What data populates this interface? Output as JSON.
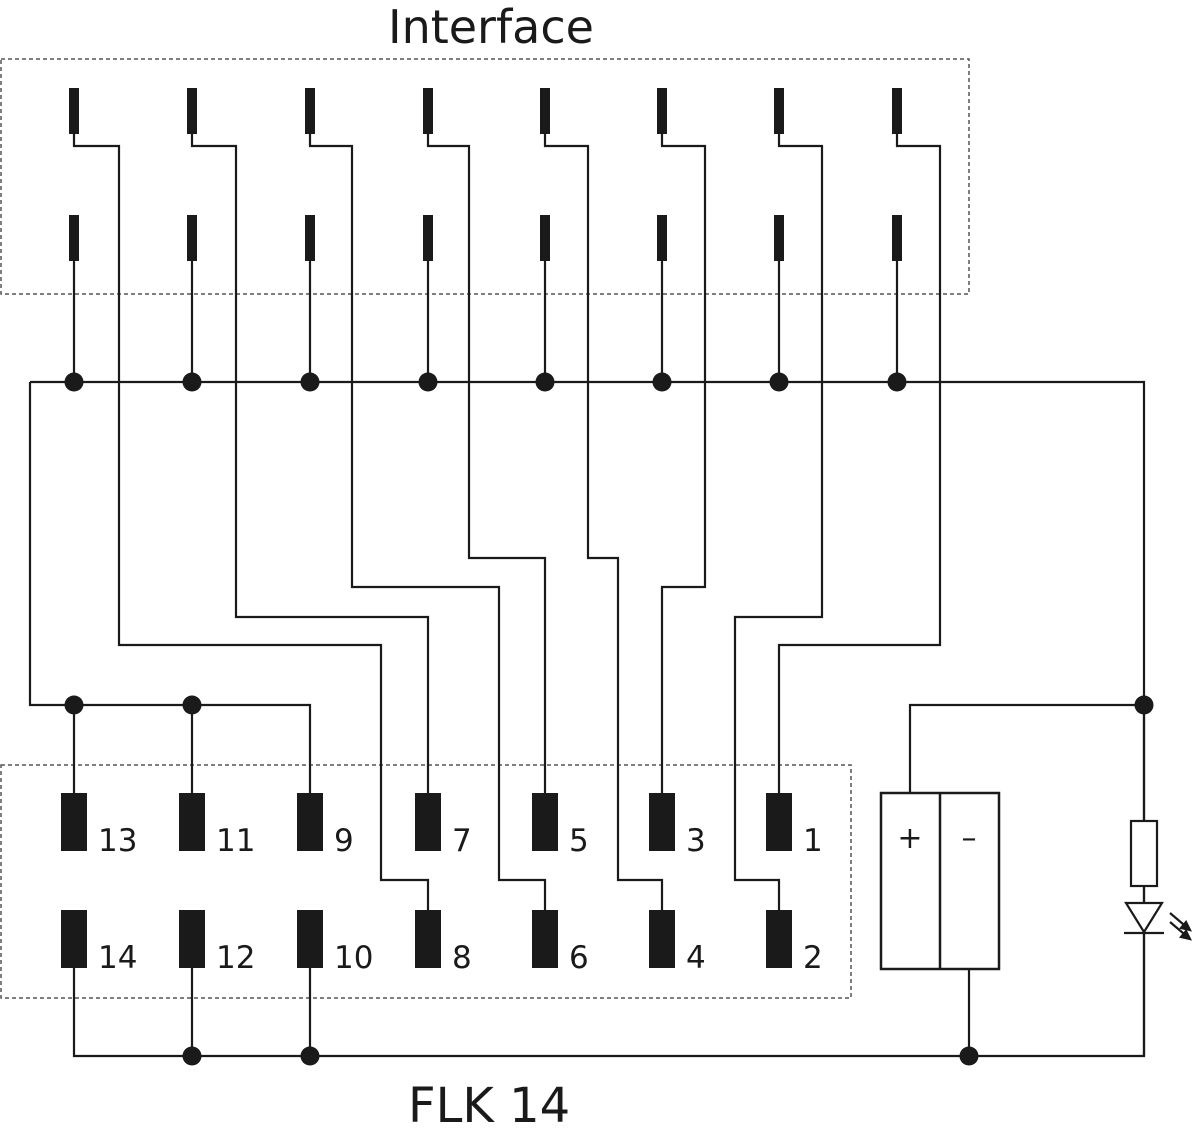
{
  "diagram": {
    "interface_label": "Interface",
    "connector_label": "FLK 14",
    "terminals_top_row": [
      "13",
      "11",
      "9",
      "7",
      "5",
      "3",
      "1"
    ],
    "terminals_bottom_row": [
      "14",
      "12",
      "10",
      "8",
      "6",
      "4",
      "2"
    ],
    "supply_plus": "+",
    "supply_minus": "–",
    "colors": {
      "line": "#1a1a1a",
      "frame": "#555555",
      "background": "#ffffff"
    },
    "components": [
      "pin-icon",
      "junction-dot-icon",
      "resistor-icon",
      "led-icon",
      "power-supply-icon"
    ]
  }
}
